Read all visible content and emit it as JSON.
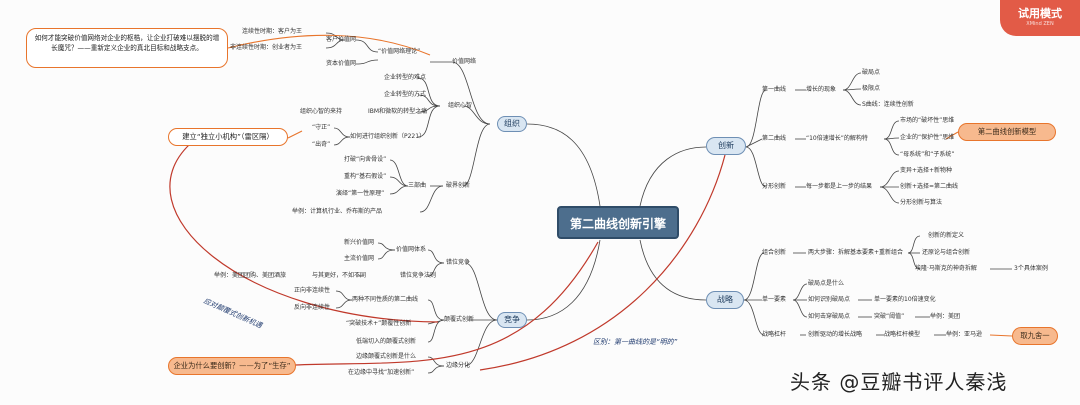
{
  "badge": {
    "title": "试用模式",
    "subtitle": "XMind ZEN"
  },
  "watermark": "头条 @豆瓣书评人秦浅",
  "center": "第二曲线创新引擎",
  "main": {
    "org": "组织",
    "comp": "竞争",
    "innov": "创新",
    "strat": "战略"
  },
  "callouts": {
    "question": "如何才能突破价值网络对企业的枢梏，让企业打破难以摆脱的增长魔咒？——重新定义企业的真北目标和战略支点。",
    "build": "建立“独立小机构”（雷区隔）",
    "why": "企业为什么要创新？——为了“生存”",
    "model": "第二曲线创新模型",
    "sun": "取九舍一"
  },
  "notes": {
    "disrupt": "应对颠覆式创新机遇",
    "first": "区别：第一曲线的是“明的”"
  },
  "org": {
    "vn": "价值网络",
    "vnTheory": "“价值网络理论”",
    "cust": "客户价值网",
    "cont": "连续性时期：客户为王",
    "noncont": "非连续性时期：创业者为王",
    "capital": "资本价值网",
    "mind": "组织心智",
    "m1": "企业转型的难点",
    "m2": "企业转型的方式",
    "m3": "IBM和微软的转型之痛",
    "root": "组织心智的来持",
    "m4": "如何进行组织创新（P221）",
    "shou": "“守正”",
    "chu": "“出奇”",
    "break": "破界创新",
    "three": "三部曲",
    "b1": "打破“向舍骨设”",
    "b2": "重构“基石假设”",
    "b3": "演绎“第一性原理”",
    "b4": "举例：计算机行业、乔布斯的产品"
  },
  "comp": {
    "pos": "错位竞争",
    "vsys": "价值网体系",
    "newv": "新兴价值网",
    "mainv": "主流价值网",
    "rule": "错位竞争法则",
    "eg": "举例：美团团购、美团酒旅",
    "better": "与其更好，不如不同",
    "dis": "颠覆式创新",
    "pos2": "正向非连续性",
    "neg": "反向非连续性",
    "second": "两种不同性质的第二曲线",
    "tech": "“突破技术+”颠覆性创新",
    "low": "低端切入的颠覆式创新",
    "edge": "边缘分化",
    "e1": "边缘颠覆式创新是什么",
    "e2": "在边缘中寻找“加速创新”"
  },
  "innov": {
    "first": "第一曲线",
    "growth": "增长的现象",
    "k1": "破局点",
    "k2": "极限点",
    "k3": "S曲线：连续性创新",
    "second": "第二曲线",
    "ten": "“10倍速增长”的解构特",
    "t1": "市场的“破坏性”思维",
    "t2": "企业的“保护性”思维",
    "t3": "“母系统”和“子系统”",
    "split": "分形创新",
    "each": "每一步都是上一步的结果",
    "s1": "变异+选择+新物种",
    "s2": "创新+选择=第二曲线",
    "s3": "分形创新与算法"
  },
  "strat": {
    "combo": "组合创新",
    "two": "两大步骤：拆解基本要素+重新组合",
    "c1": "创新的新定义",
    "c2": "还原论与组合创新",
    "c3": "埃隆·马斯克的神奇拆解",
    "c3b": "3个具体案例",
    "one": "单一要素",
    "o1": "破局点是什么",
    "o2": "如何识别破局点",
    "o2b": "单一要素的10倍速变化",
    "o3": "如何击穿破局点",
    "o3b": "突破“阈值”",
    "o3c": "举例：美团",
    "lev": "战略杠杆",
    "l1": "创新驱动的增长战略",
    "l2": "战略杠杆模型",
    "l3": "举例：亚马逊"
  }
}
